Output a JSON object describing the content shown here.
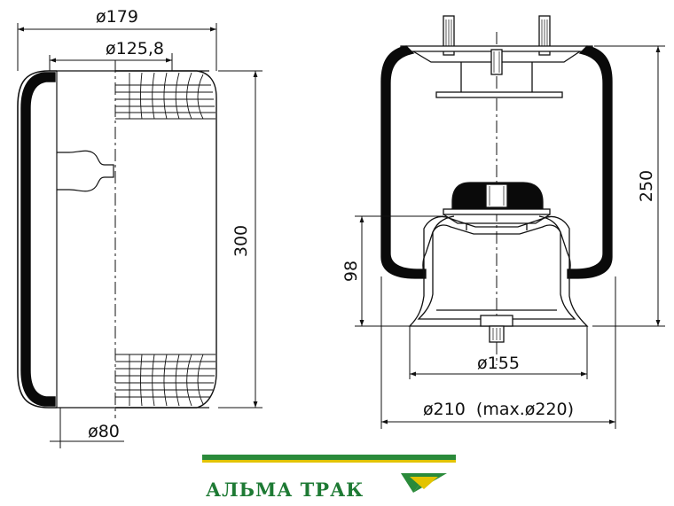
{
  "dimensions": {
    "left_outer_diameter": "ø179",
    "left_top_diameter": "ø125,8",
    "left_bottom_diameter": "ø80",
    "left_height": "300",
    "right_height": "250",
    "right_piston_height": "98",
    "right_piston_diameter": "ø155",
    "right_outer_diameter": "ø210  (max.ø220)"
  },
  "brand": {
    "name": "АЛЬМА ТРАК",
    "colors": {
      "green": "#2a8a3a",
      "yellow": "#e3c400"
    }
  },
  "colors": {
    "line": "#111111",
    "rubber": "#0a0a0a"
  }
}
